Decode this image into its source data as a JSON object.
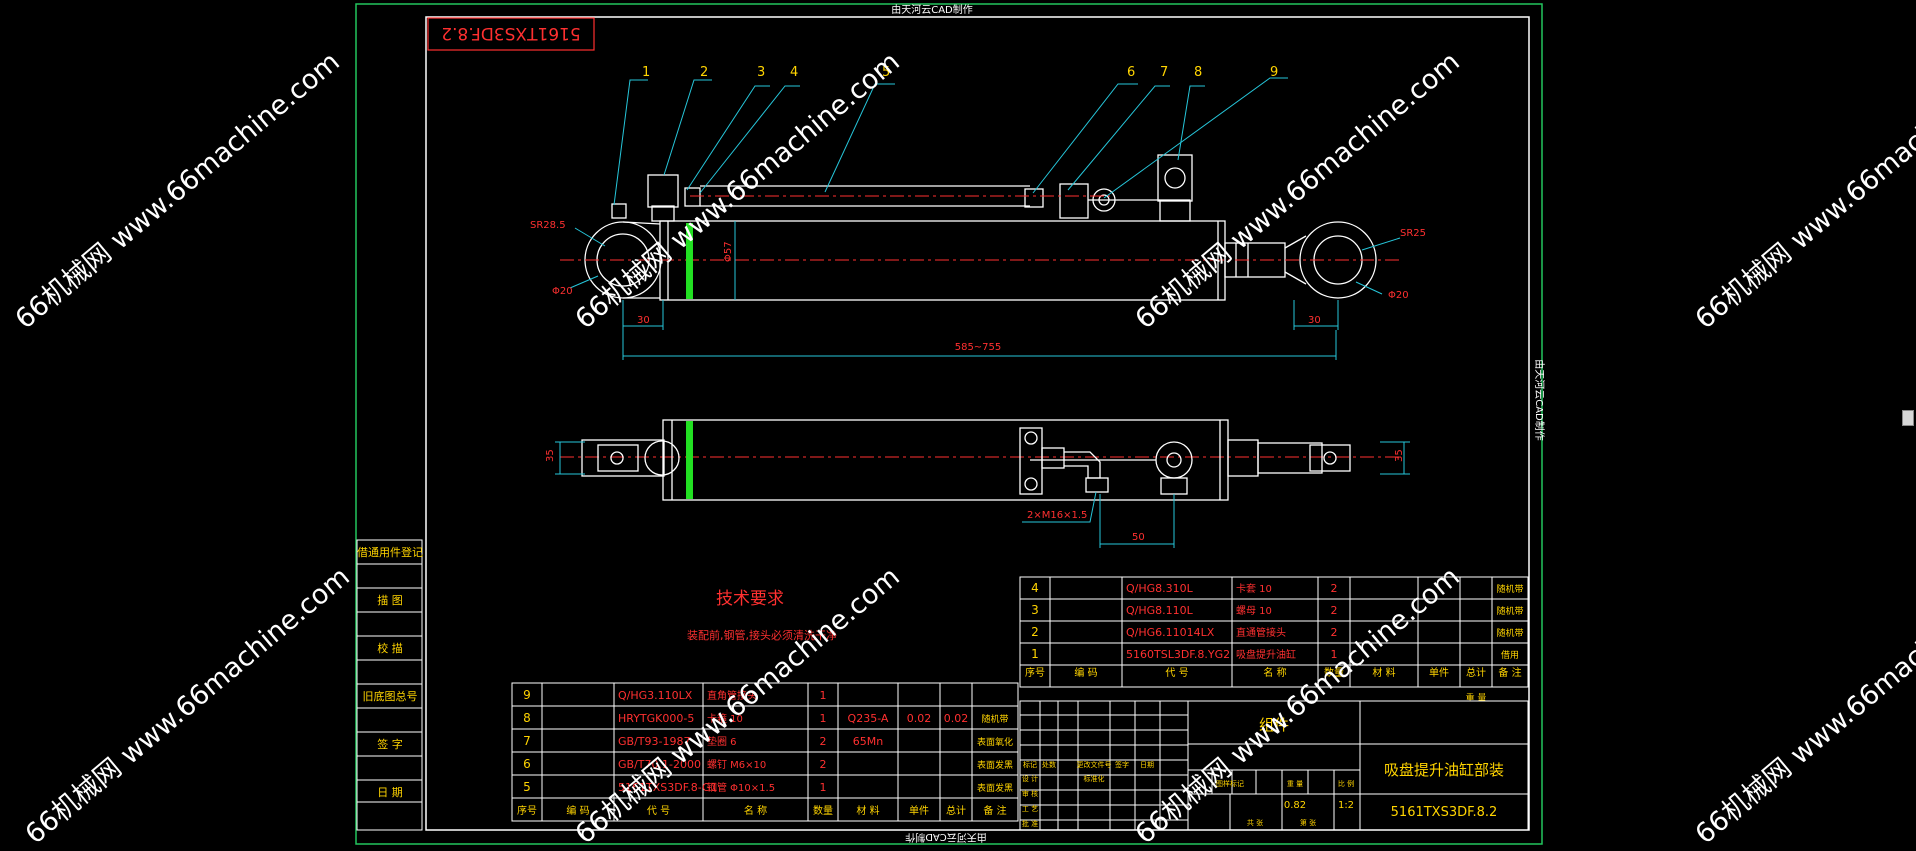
{
  "colors": {
    "background": "#000000",
    "border": "#22c55e",
    "outline": "#ffffff",
    "red": "#ff3030",
    "dim": "#26c6da",
    "yellow": "#ffd400",
    "marker": "#22e022",
    "watermark": "#ffffff"
  },
  "header": {
    "top_credit": "由天河云CAD制作",
    "bottom_credit": "由天河云CAD制作",
    "side_credit": "由天河云CAD制作",
    "mirrored_code": "5161TXS3DF.8.2"
  },
  "watermark": {
    "text": "66机械网 www.66machine.com"
  },
  "callouts": [
    "1",
    "2",
    "3",
    "4",
    "5",
    "6",
    "7",
    "8",
    "9"
  ],
  "dimensions": {
    "sr_left": "SR28.5",
    "sr_right": "SR25",
    "dia_left": "Φ20",
    "dia_right": "Φ20",
    "bore": "Φ57",
    "pin_left": "30",
    "pin_right": "30",
    "stroke": "585~755",
    "port_thread": "2×M16×1.5",
    "port_spacing": "50",
    "ear_left": "35",
    "ear_right": "35"
  },
  "tech_requirements": {
    "title": "技术要求",
    "body": "装配前,钢管,接头必须清洗干净"
  },
  "left_sidebar": [
    "借通用件登记",
    "描  图",
    "校  描",
    "旧底图总号",
    "签  字",
    "日  期"
  ],
  "parts_lower": {
    "rows": [
      {
        "no": "9",
        "code": "Q/HG3.110LX",
        "name": "直角管接头",
        "qty": "1",
        "material": "",
        "weight": "",
        "total": "",
        "note": ""
      },
      {
        "no": "8",
        "code": "HRYTGK000-5",
        "name": "卡箍 10",
        "qty": "1",
        "material": "Q235-A",
        "weight": "0.02",
        "total": "0.02",
        "note": "随机带"
      },
      {
        "no": "7",
        "code": "GB/T93-1987",
        "name": "垫圈 6",
        "qty": "2",
        "material": "65Mn",
        "weight": "",
        "total": "",
        "note": "表面氧化"
      },
      {
        "no": "6",
        "code": "GB/T70.1-2000",
        "name": "螺钉 M6×10",
        "qty": "2",
        "material": "",
        "weight": "",
        "total": "",
        "note": "表面发黑"
      },
      {
        "no": "5",
        "code": "5161TXS3DF.8-G1",
        "name": "钢管 Φ10×1.5",
        "qty": "1",
        "material": "",
        "weight": "",
        "total": "",
        "note": "表面发黑"
      }
    ],
    "header": [
      "序号",
      "编  码",
      "代  号",
      "名  称",
      "数量",
      "材  料",
      "单件",
      "总计",
      "备  注"
    ]
  },
  "parts_upper": {
    "rows": [
      {
        "no": "4",
        "code": "Q/HG8.310L",
        "name": "卡套 10",
        "qty": "2",
        "note": "随机带"
      },
      {
        "no": "3",
        "code": "Q/HG8.110L",
        "name": "螺母 10",
        "qty": "2",
        "note": "随机带"
      },
      {
        "no": "2",
        "code": "Q/HG6.11014LX",
        "name": "直通管接头",
        "qty": "2",
        "note": "随机带"
      },
      {
        "no": "1",
        "code": "5160TSL3DF.8.YG2",
        "name": "吸盘提升油缸",
        "qty": "1",
        "note": "借用"
      }
    ],
    "header": [
      "序号",
      "编  码",
      "代  号",
      "名  称",
      "数量",
      "材  料",
      "单件",
      "总计",
      "备  注"
    ],
    "weight_label": "重  量"
  },
  "title_block": {
    "type_label": "组件",
    "drawing_name": "吸盘提升油缸部装",
    "drawing_code": "5161TXS3DF.8.2",
    "weight": "0.82",
    "scale": "1:2",
    "labels": [
      "标记",
      "处数",
      "更改文件号",
      "签字",
      "日期",
      "设  计",
      "标准化",
      "审  核",
      "工  艺",
      "批  准",
      "图样标记",
      "重  量",
      "比  例",
      "共  张",
      "第  张"
    ]
  }
}
